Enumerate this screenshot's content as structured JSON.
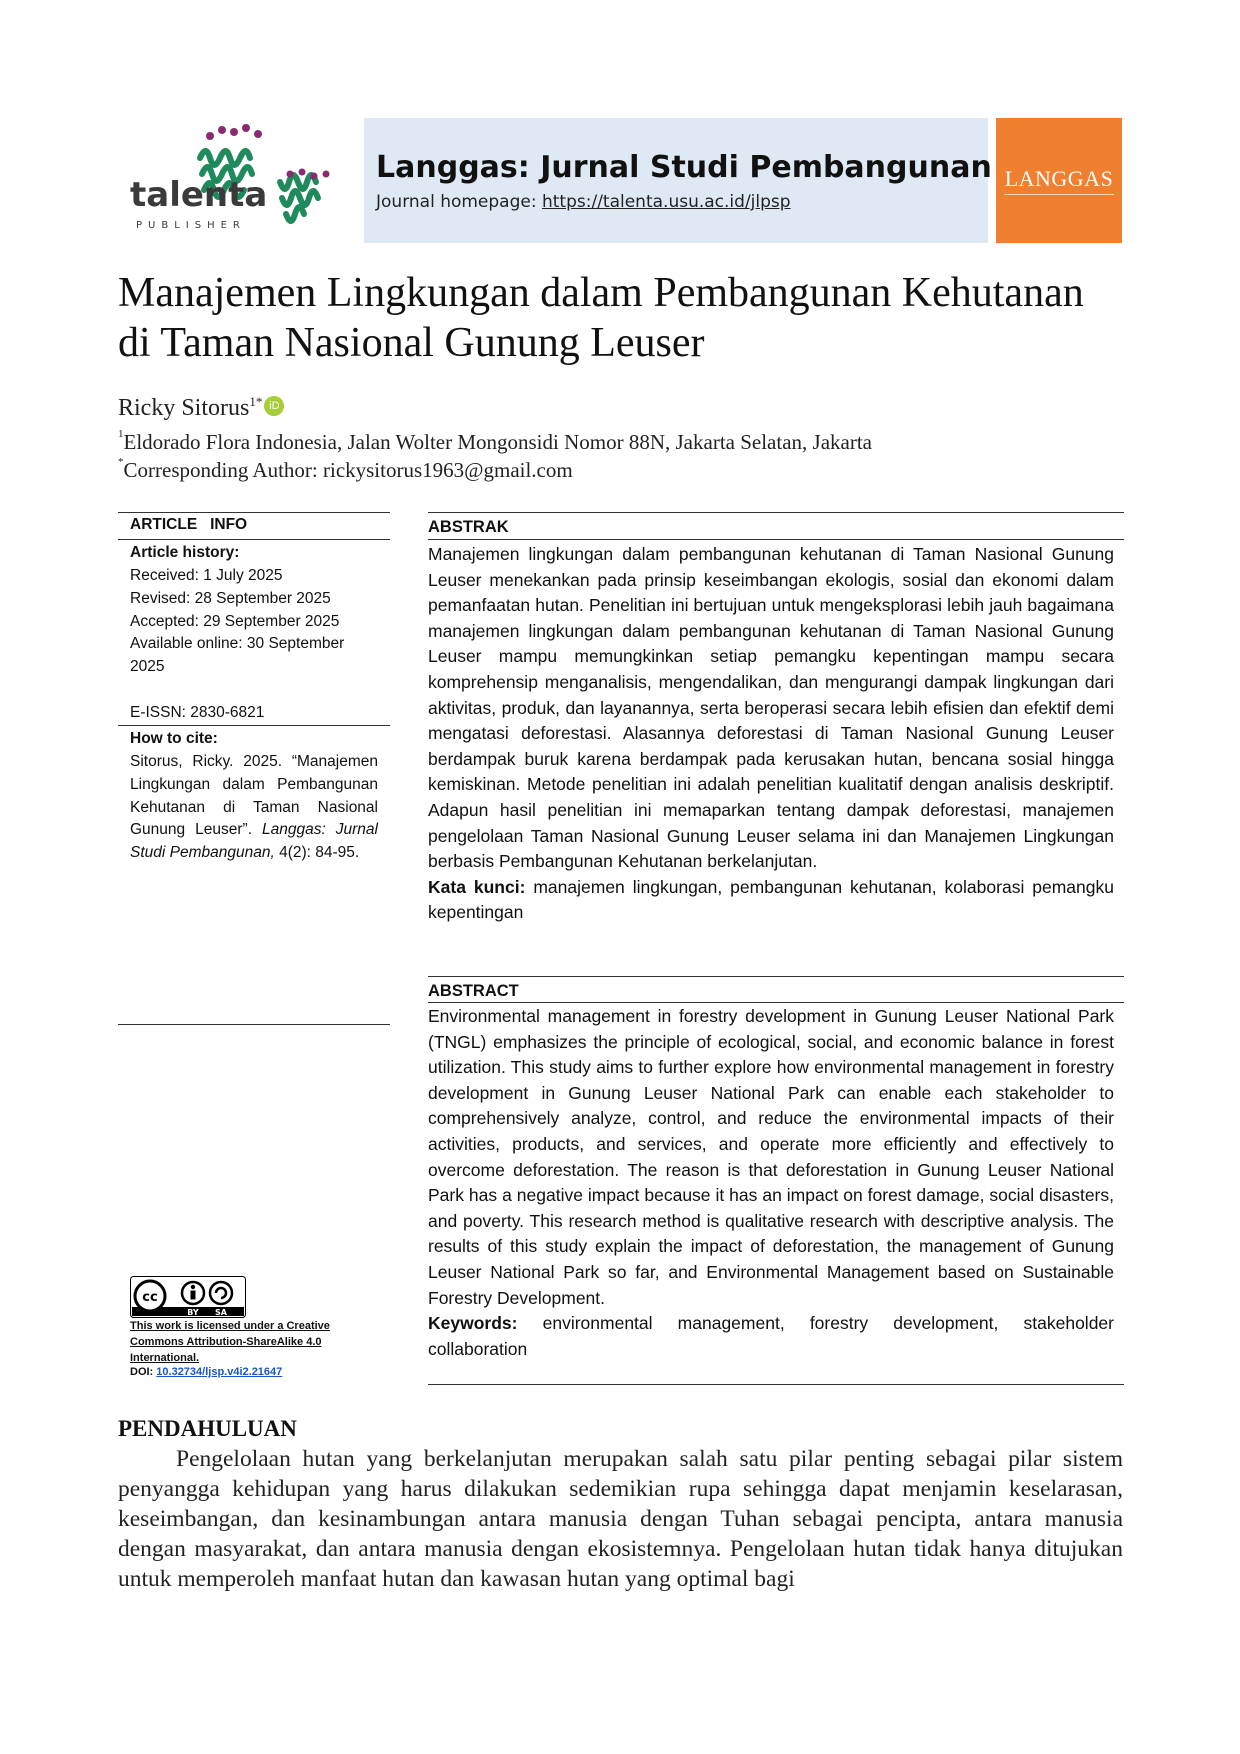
{
  "header": {
    "publisher_logo_text": "talenta",
    "publisher_logo_sub": "PUBLISHER",
    "journal_name": "Langgas: Jurnal Studi Pembangunan",
    "homepage_label": "Journal homepage: ",
    "homepage_url": "https://talenta.usu.ac.id/jlpsp",
    "cover_title": "LANGGAS",
    "accent_color": "#f08030",
    "band_color": "#dfe9f4"
  },
  "article": {
    "title": "Manajemen Lingkungan dalam Pembangunan Kehutanan di Taman Nasional Gunung Leuser",
    "author_name": "Ricky Sitorus",
    "author_sup": "1*",
    "orcid_icon": "iD",
    "affiliation_sup": "1",
    "affiliation": "Eldorado Flora Indonesia, Jalan Wolter Mongonsidi Nomor 88N, Jakarta Selatan, Jakarta",
    "corr_sup": "*",
    "corresponding": "Corresponding Author: rickysitorus1963@gmail.com"
  },
  "article_info": {
    "heading": "ARTICLE   INFO",
    "history_heading": "Article history:",
    "history": [
      "Received: 1 July 2025",
      "Revised: 28 September 2025",
      "Accepted: 29 September 2025",
      "Available online: 30 September",
      "2025"
    ],
    "eissn": "E-ISSN: 2830-6821",
    "cite_heading": "How to cite:",
    "cite_plain": "Sitorus, Ricky. 2025. “Manajemen Lingkungan dalam Pembangunan Kehutanan di Taman Nasional Gunung Leuser”. ",
    "cite_italic": "Langgas: Jurnal Studi Pembangunan,",
    "cite_tail": " 4(2): 84-95.",
    "license_badge": [
      "BY",
      "SA"
    ],
    "license_text": "This work is licensed under a Creative Commons Attribution-ShareAlike 4.0 International.",
    "doi_label": "DOI: ",
    "doi": "10.32734/ljsp.v4i2.21647"
  },
  "abstrak": {
    "heading": "ABSTRAK",
    "text": "Manajemen lingkungan dalam pembangunan kehutanan di Taman Nasional Gunung Leuser menekankan pada prinsip keseimbangan ekologis, sosial dan ekonomi dalam pemanfaatan hutan. Penelitian ini bertujuan untuk mengeksplorasi lebih jauh bagaimana manajemen lingkungan dalam pembangunan kehutanan di Taman Nasional Gunung Leuser mampu memungkinkan setiap pemangku kepentingan mampu secara komprehensip menganalisis, mengendalikan, dan mengurangi dampak lingkungan dari aktivitas, produk, dan layanannya, serta beroperasi secara lebih efisien dan efektif demi mengatasi deforestasi. Alasannya deforestasi di Taman Nasional Gunung Leuser berdampak buruk karena berdampak pada kerusakan hutan, bencana sosial hingga kemiskinan. Metode penelitian ini adalah penelitian kualitatif dengan analisis deskriptif. Adapun hasil penelitian ini memaparkan tentang dampak deforestasi, manajemen pengelolaan Taman Nasional Gunung Leuser selama ini dan Manajemen Lingkungan berbasis Pembangunan Kehutanan berkelanjutan.",
    "keywords_label": "Kata kunci:",
    "keywords": " manajemen lingkungan, pembangunan kehutanan, kolaborasi pemangku kepentingan"
  },
  "abstract": {
    "heading": "ABSTRACT",
    "text": "Environmental management in forestry development in Gunung Leuser National Park (TNGL) emphasizes the principle of ecological, social, and economic balance in forest utilization. This study aims to further explore how environmental management in forestry development in Gunung Leuser National Park can enable each stakeholder to comprehensively analyze, control, and reduce the environmental impacts of their activities, products, and services, and operate more efficiently and effectively to overcome deforestation. The reason is that deforestation in Gunung Leuser National Park has a negative impact because it has an impact on forest damage, social disasters, and poverty. This research method is qualitative research with descriptive analysis. The results of this study explain the impact of deforestation, the management of Gunung Leuser National Park so far, and Environmental Management based on Sustainable Forestry Development.",
    "keywords_label": "Keywords:",
    "keywords": " environmental management, forestry development, stakeholder collaboration"
  },
  "body": {
    "section_heading": "PENDAHULUAN",
    "paragraph": "Pengelolaan hutan yang berkelanjutan merupakan salah satu pilar penting sebagai pilar sistem penyangga kehidupan yang harus dilakukan sedemikian rupa sehingga dapat menjamin keselarasan, keseimbangan, dan kesinambungan antara manusia dengan Tuhan sebagai pencipta, antara manusia dengan masyarakat, dan antara manusia dengan ekosistemnya. Pengelolaan hutan tidak hanya ditujukan untuk memperoleh manfaat hutan dan kawasan hutan yang optimal bagi"
  }
}
